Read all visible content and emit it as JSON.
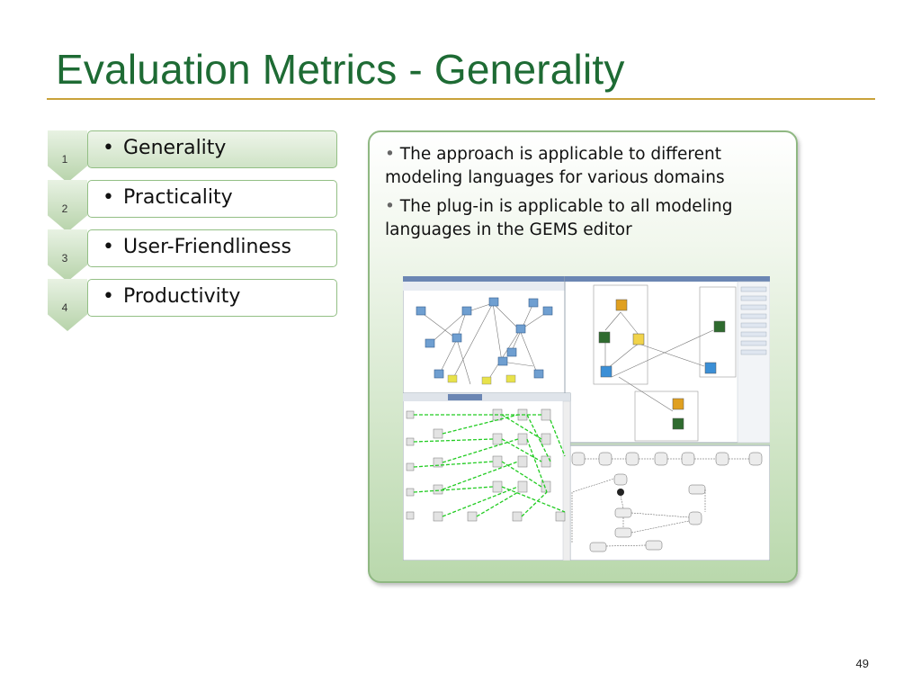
{
  "slide": {
    "title": "Evaluation Metrics - Generality",
    "page_number": "49"
  },
  "steps": [
    {
      "number": "1",
      "label": "Generality"
    },
    {
      "number": "2",
      "label": "Practicality"
    },
    {
      "number": "3",
      "label": "User-Friendliness"
    },
    {
      "number": "4",
      "label": "Productivity"
    }
  ],
  "panel": {
    "bullets": [
      "The approach is applicable to different modeling languages for various domains",
      "The plug-in is applicable to all modeling languages in the GEMS editor"
    ]
  },
  "colors": {
    "title": "#1e6b34",
    "rule": "#c9a23a",
    "accent_green": "#93bf85"
  }
}
